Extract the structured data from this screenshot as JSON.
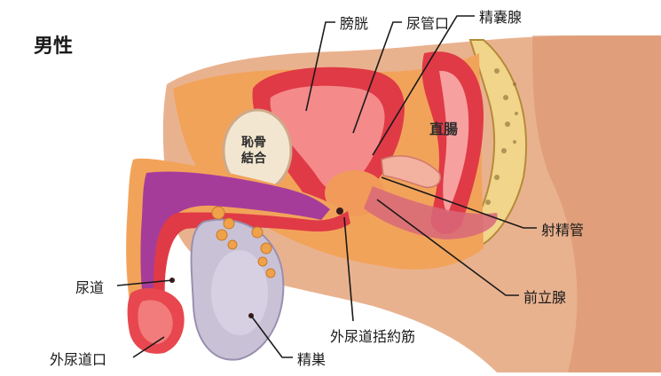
{
  "title": "男性",
  "labels": {
    "bladder": "膀胱",
    "urethral_orifice": "尿管口",
    "seminal_vesicle": "精嚢腺",
    "pubic_symphysis_line1": "恥骨",
    "pubic_symphysis_line2": "結合",
    "rectum": "直腸",
    "ejaculatory_duct": "射精管",
    "prostate": "前立腺",
    "urethra": "尿道",
    "external_sphincter": "外尿道括約筋",
    "external_urethral_orifice": "外尿道口",
    "testis": "精巣"
  },
  "colors": {
    "background": "#ffffff",
    "skin": "#e9b28f",
    "muscle": "#e03a46",
    "fat": "#f2a35a",
    "corpus": "#a63c9a",
    "testis": "#c9c2d6"
  }
}
